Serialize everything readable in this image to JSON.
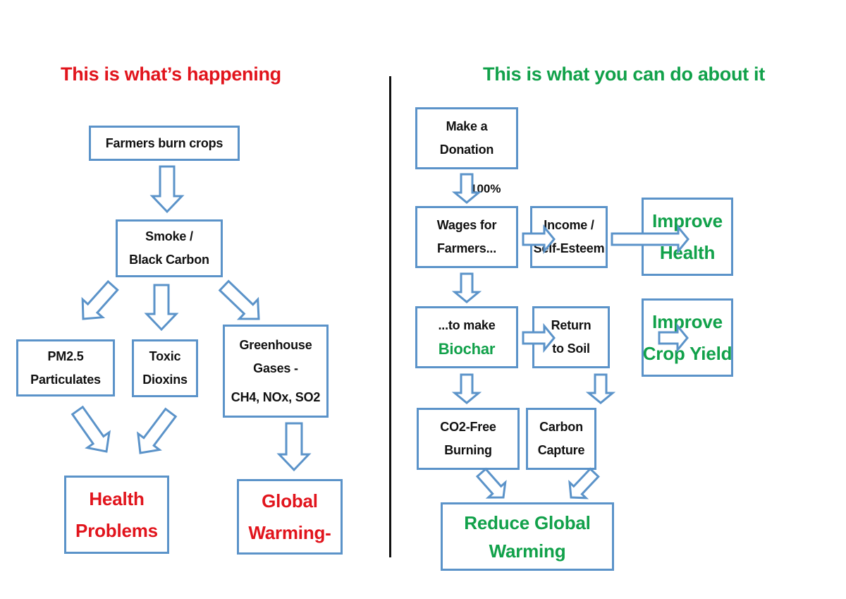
{
  "left_panel": {
    "title": "This is what’s happening",
    "title_color": "#e1141c",
    "nodes": {
      "farmers_burn": [
        "Farmers burn crops"
      ],
      "smoke": [
        "Smoke /",
        "Black Carbon"
      ],
      "pm25": [
        "PM2.5",
        "Particulates"
      ],
      "dioxins": [
        "Toxic",
        "Dioxins"
      ],
      "ghg": [
        "Greenhouse",
        "Gases -",
        "CH4, NOx, SO2"
      ],
      "health": [
        "Health",
        "Problems"
      ],
      "warming": [
        "Global",
        "Warming-"
      ]
    }
  },
  "right_panel": {
    "title": "This is what you can do about it",
    "title_color": "#11a14a",
    "nodes": {
      "donation": [
        "Make a",
        "Donation"
      ],
      "wages": [
        "Wages for",
        "Farmers..."
      ],
      "income": [
        "Income /",
        "Self-Esteem"
      ],
      "improve_health": [
        "Improve",
        "Health"
      ],
      "biochar": [
        "...to make",
        "Biochar"
      ],
      "soil": [
        "Return",
        "to Soil"
      ],
      "crop_yield": [
        "Improve",
        "Crop Yield"
      ],
      "co2_free": [
        "CO2-Free",
        "Burning"
      ],
      "capture": [
        "Carbon",
        "Capture"
      ],
      "reduce": [
        "Reduce Global",
        "Warming"
      ]
    },
    "donation_share_label": "100%"
  },
  "colors": {
    "box_border": "#5b93c9",
    "negative_text": "#e1141c",
    "positive_text": "#11a14a",
    "divider": "#111111"
  }
}
